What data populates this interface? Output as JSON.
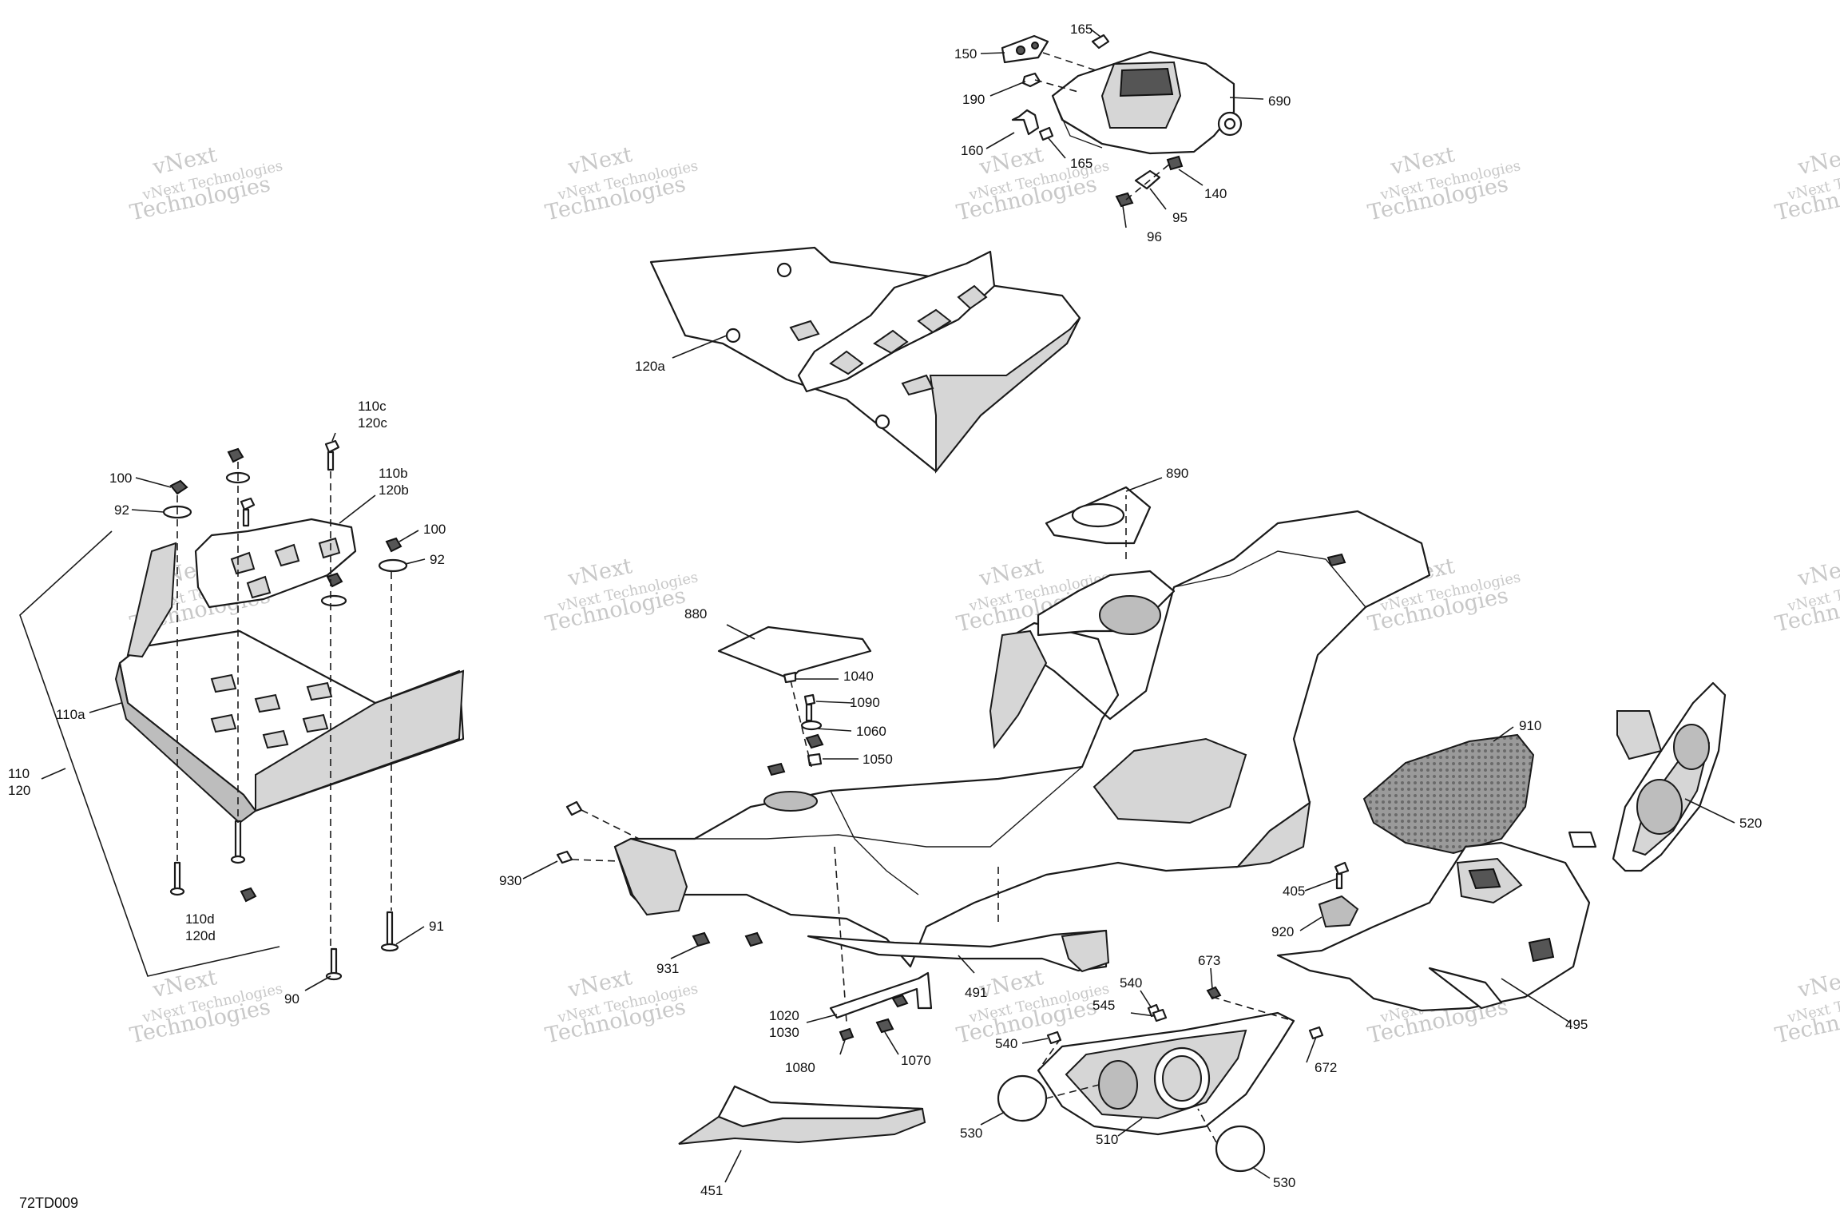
{
  "diagram": {
    "figure_id": "72TD009",
    "watermark": {
      "line1": "vNext Technologies",
      "line2": "vNext",
      "line3": "Technologies"
    },
    "callouts": {
      "c165a": "165",
      "c150": "150",
      "c190": "190",
      "c690": "690",
      "c160": "160",
      "c165b": "165",
      "c140": "140",
      "c95": "95",
      "c96": "96",
      "c120a": "120a",
      "c110c": "110c",
      "c120c": "120c",
      "c100a": "100",
      "c92a": "92",
      "c110b": "110b",
      "c120b": "120b",
      "c100b": "100",
      "c92b": "92",
      "c110a": "110a",
      "c110": "110",
      "c120": "120",
      "c110d": "110d",
      "c120d": "120d",
      "c91": "91",
      "c90": "90",
      "c890": "890",
      "c880": "880",
      "c1040": "1040",
      "c1090": "1090",
      "c1060": "1060",
      "c1050": "1050",
      "c930": "930",
      "c931": "931",
      "c910": "910",
      "c520": "520",
      "c405": "405",
      "c920": "920",
      "c491": "491",
      "c495": "495",
      "c673": "673",
      "c540a": "540",
      "c545": "545",
      "c540b": "540",
      "c672": "672",
      "c1020": "1020",
      "c1030": "1030",
      "c1080": "1080",
      "c1070": "1070",
      "c530a": "530",
      "c510": "510",
      "c530b": "530",
      "c451": "451"
    }
  }
}
